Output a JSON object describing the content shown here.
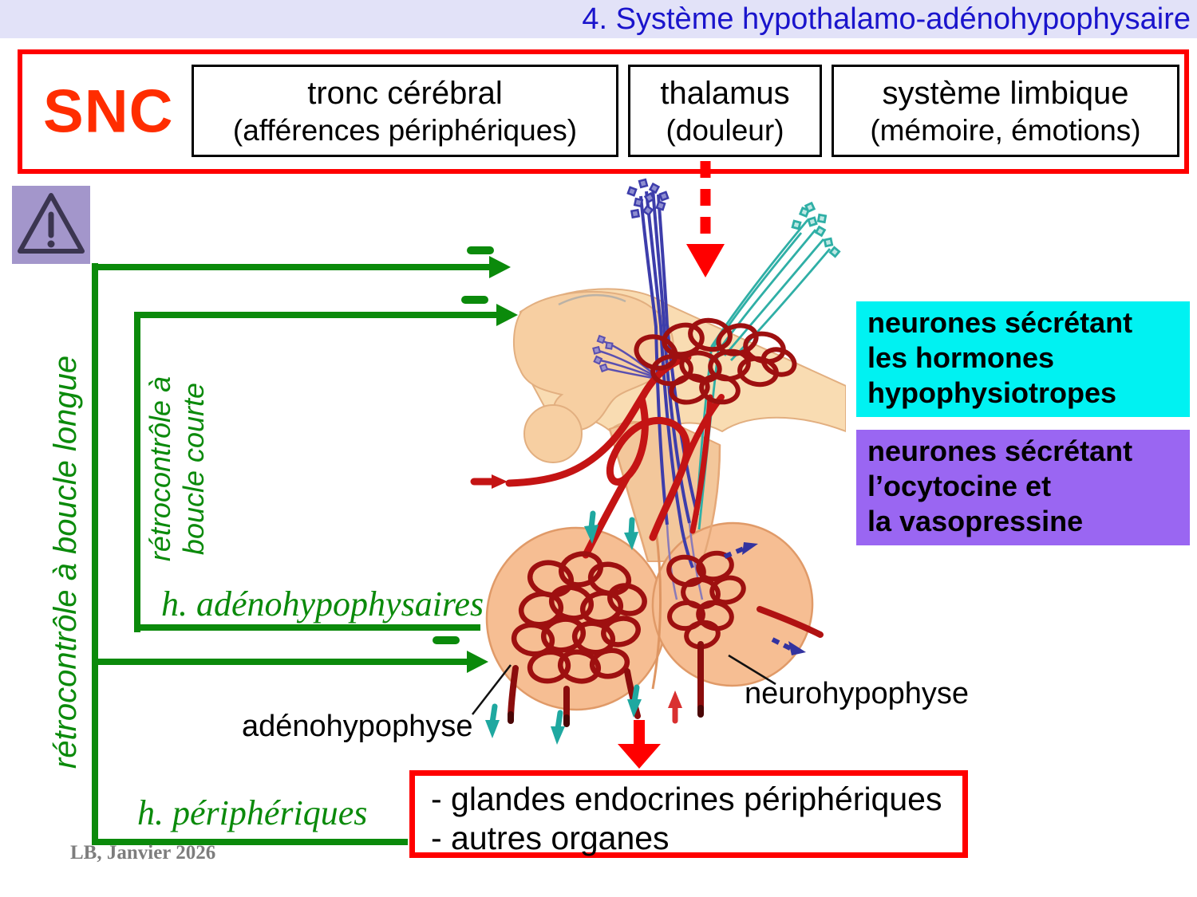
{
  "slide_title": "4. Système hypothalamo-adénohypophysaire",
  "snc": {
    "label": "SNC",
    "inputs": [
      {
        "line1": "tronc cérébral",
        "line2": "(afférences périphériques)"
      },
      {
        "line1": "thalamus",
        "line2": "(douleur)"
      },
      {
        "line1": "système limbique",
        "line2": "(mémoire, émotions)"
      }
    ]
  },
  "feedback": {
    "long_loop": "rétrocontrôle à boucle longue",
    "short_loop_line1": "rétrocontrôle à",
    "short_loop_line2": "boucle courte",
    "adeno_hormones": "h. adénohypophysaires",
    "peripheral_hormones": "h. périphériques"
  },
  "notes": {
    "hypophysiotropic": {
      "line1": "neurones sécrétant",
      "line2": "les hormones",
      "line3": "hypophysiotropes"
    },
    "oxytocin": {
      "line1": "neurones sécrétant",
      "line2": "l’ocytocine et",
      "line3": "la vasopressine"
    }
  },
  "labels": {
    "adenohypophysis": "adénohypophyse",
    "neurohypophysis": "neurohypophyse"
  },
  "targets": {
    "line1": "- glandes endocrines périphériques",
    "line2": "- autres organes"
  },
  "footer": "LB, Janvier 2026",
  "colors": {
    "title_blue": "#1a14cc",
    "band_lavender": "#e2e2f8",
    "accent_red": "#ff0000",
    "snc_red": "#ff2d00",
    "feedback_green": "#0b8a0b",
    "note_cyan": "#00f2f2",
    "note_purple": "#9a66f2",
    "warning_purple": "#a396cb"
  }
}
